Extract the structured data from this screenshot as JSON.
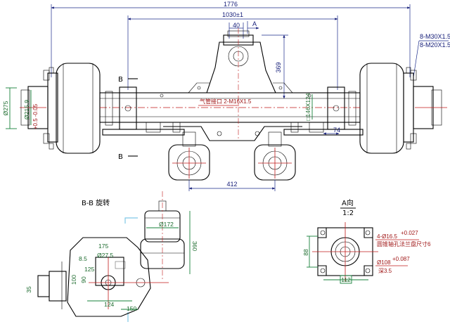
{
  "labels": {
    "section_bb": "B-B 旋转",
    "view_a": "A向",
    "view_a_scale": "1:2",
    "section_b_top": "B",
    "section_b_bottom": "B",
    "arrow_a": "A"
  },
  "dimensions": {
    "overall_length": "1776",
    "spring_center": "1030±1",
    "offset_40": "40",
    "height_369": "369",
    "thread_1": "8-M30X1.5",
    "thread_2": "8-M20X1.5",
    "hub_diameter": "Ø275",
    "pilot_diameter": "Ø215.9",
    "pilot_tol": "+0.5 -0.05",
    "air_port": "气管接口 2-M16X1.5",
    "beam_section": "□146X124",
    "offset_74": "74",
    "chamber_spacing": "412",
    "chamber_diameter": "Ø172",
    "height_360": "360",
    "d175": "175",
    "d27_5": "Ø27.5",
    "d8_5": "8.5",
    "d125": "125",
    "d35": "35",
    "d100": "100",
    "d90": "90",
    "d124": "124",
    "d150": "150",
    "flange_holes": "4-Ø16.5",
    "flange_holes_tol": "+0.027",
    "flange_note": "圆锥轴孔法兰盘尺寸6",
    "flange_pcd": "Ø108",
    "flange_pcd_tol": "+0.087",
    "depth_note": "深3.5",
    "square_88": "88",
    "width_112": "112"
  }
}
